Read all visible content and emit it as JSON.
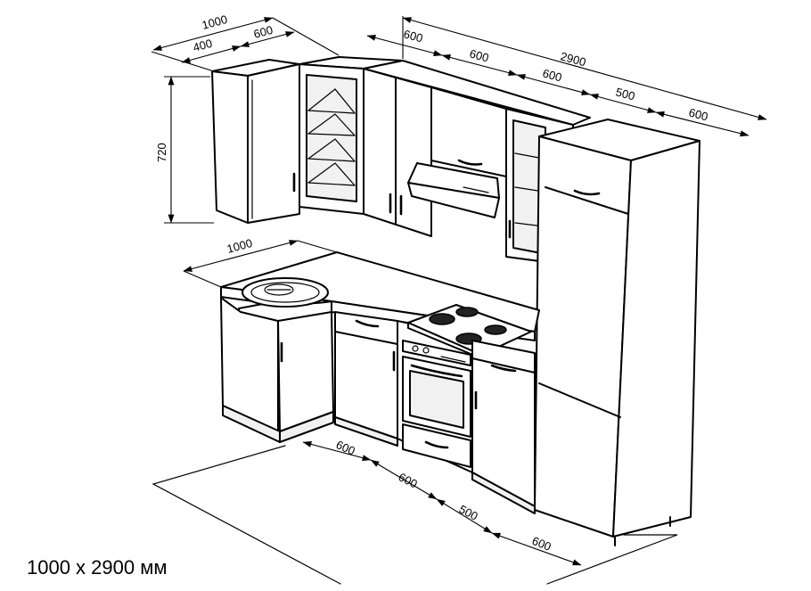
{
  "caption": "1000 x 2900 мм",
  "dimensions": {
    "upper_left_total": "1000",
    "upper_left_400": "400",
    "upper_left_600": "600",
    "upper_back_600_a": "600",
    "upper_back_600_b": "600",
    "upper_back_600_c": "600",
    "upper_back_500": "500",
    "upper_back_600_d": "600",
    "total_length": "2900",
    "height": "720",
    "counter_left": "1000",
    "floor_600_a": "600",
    "floor_600_b": "600",
    "floor_500": "500",
    "floor_600_c": "600"
  },
  "colors": {
    "line": "#000000",
    "background": "#ffffff"
  }
}
